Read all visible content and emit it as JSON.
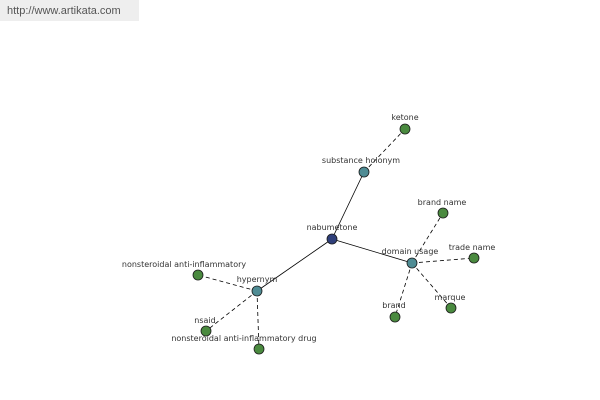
{
  "header": {
    "url": "http://www.artikata.com"
  },
  "colors": {
    "root": "#2f3f7a",
    "relation": "#4f8c94",
    "leaf": "#4a8a3f",
    "edge": "#000000"
  },
  "graph": {
    "root": "nabumetone",
    "relations": [
      {
        "label": "substance holonym",
        "terms": [
          "ketone"
        ]
      },
      {
        "label": "domain usage",
        "terms": [
          "brand name",
          "trade name",
          "marque",
          "brand"
        ]
      },
      {
        "label": "hypernym",
        "terms": [
          "nonsteroidal anti-inflammatory",
          "nsaid",
          "nonsteroidal anti-inflammatory drug"
        ]
      }
    ]
  }
}
